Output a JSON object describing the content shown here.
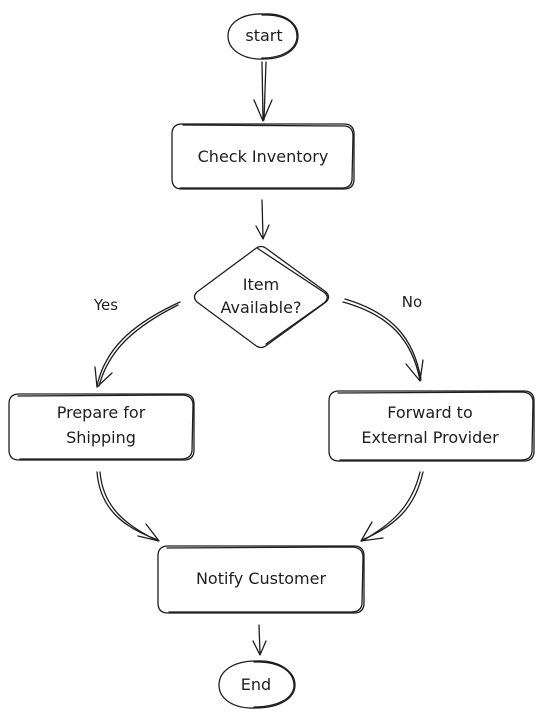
{
  "nodes": {
    "start": {
      "label": "start"
    },
    "check_inventory": {
      "label": "Check Inventory"
    },
    "item_available": {
      "line1": "Item",
      "line2": "Available?"
    },
    "prepare_shipping": {
      "line1": "Prepare for",
      "line2": "Shipping"
    },
    "forward_provider": {
      "line1": "Forward to",
      "line2": "External Provider"
    },
    "notify_customer": {
      "label": "Notify Customer"
    },
    "end": {
      "label": "End"
    }
  },
  "edges": {
    "yes_label": "Yes",
    "no_label": "No"
  },
  "colors": {
    "stroke": "#1e1e1e",
    "background": "#ffffff"
  }
}
